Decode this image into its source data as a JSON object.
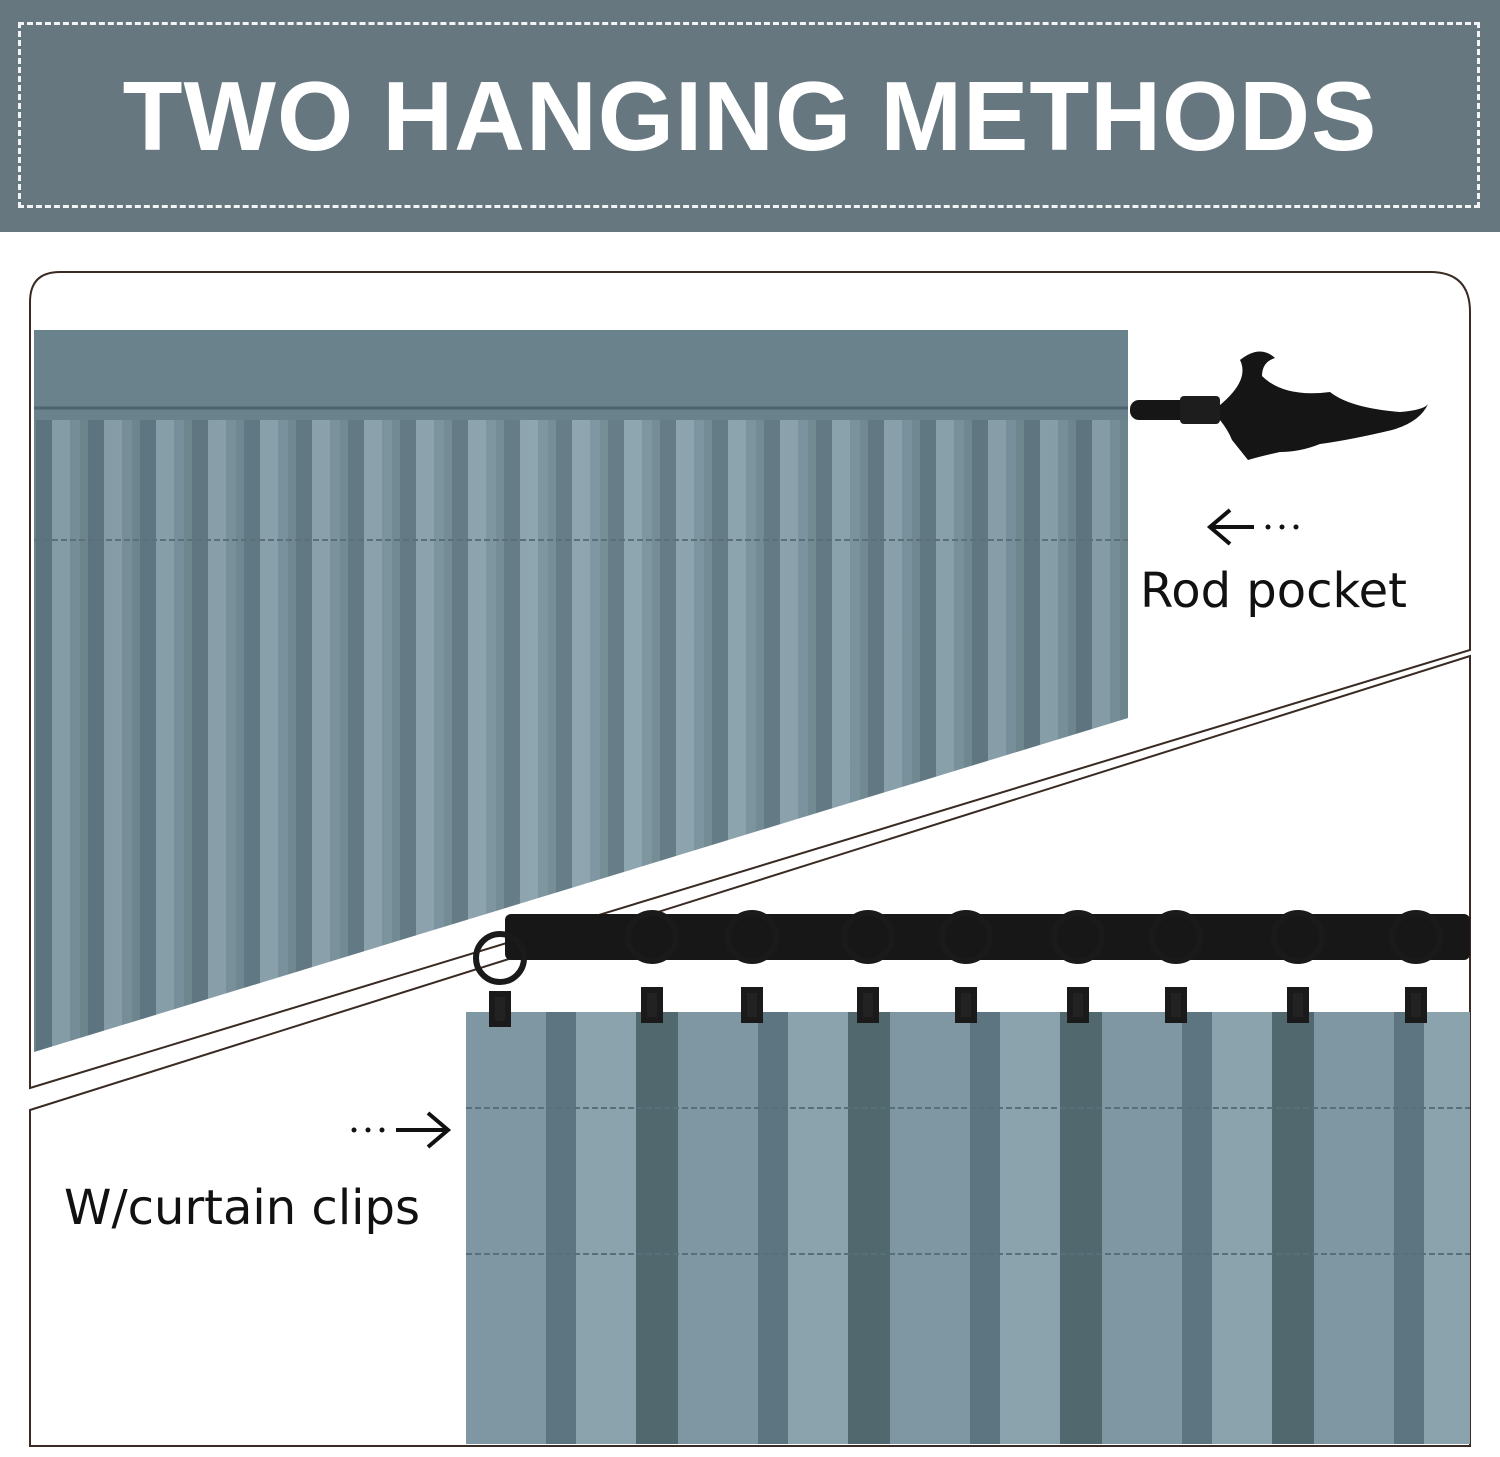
{
  "banner": {
    "title": "TWO HANGING METHODS",
    "background": "#67777f"
  },
  "methods": [
    {
      "label": "Rod pocket",
      "arrow_icon": "arrow-left-icon"
    },
    {
      "label": "W/curtain clips",
      "arrow_icon": "arrow-right-icon"
    }
  ],
  "colors": {
    "curtain": "#6f8893",
    "rod": "#161616",
    "frame": "#3a2a24"
  }
}
